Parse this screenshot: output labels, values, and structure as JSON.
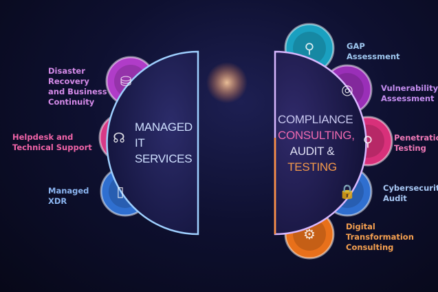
{
  "left_hub": {
    "lines": [
      "MANAGED",
      "IT",
      "SERVICES"
    ]
  },
  "right_hub": {
    "lines": [
      "COMPLIANCE",
      "CONSULTING,",
      "AUDIT &",
      "TESTING"
    ],
    "line_colors": [
      "#c9c9f0",
      "#f06ab0",
      "#e0e0f4",
      "#f59a4a"
    ]
  },
  "left_services": [
    {
      "label_lines": [
        "Disaster",
        "Recovery",
        "and Business",
        "Continuity"
      ],
      "color": "#b03cc8",
      "text_color": "#d48ae8",
      "icon": "database-sync-icon"
    },
    {
      "label_lines": [
        "Helpdesk and",
        "Technical Support"
      ],
      "color": "#d83a86",
      "text_color": "#f064a8",
      "icon": "headset-support-icon"
    },
    {
      "label_lines": [
        "Managed",
        "XDR"
      ],
      "color": "#2f6fd0",
      "text_color": "#8cb6f2",
      "icon": "devices-icon"
    }
  ],
  "right_services": [
    {
      "label_lines": [
        "GAP",
        "Assessment"
      ],
      "color": "#1aa0c0",
      "text_color": "#9fc8f0",
      "icon": "brain-search-icon"
    },
    {
      "label_lines": [
        "Vulnerability",
        "Assessment"
      ],
      "color": "#9a2fb8",
      "text_color": "#c58ef0",
      "icon": "shield-target-icon"
    },
    {
      "label_lines": [
        "Penetration",
        "Testing"
      ],
      "color": "#d8307a",
      "text_color": "#f07ab8",
      "icon": "firewall-search-icon"
    },
    {
      "label_lines": [
        "Cybersecurity",
        "Audit"
      ],
      "color": "#2f6fd0",
      "text_color": "#a8c8f4",
      "icon": "lock-network-icon"
    },
    {
      "label_lines": [
        "Digital Transformation",
        "Consulting"
      ],
      "color": "#e8701a",
      "text_color": "#f5a050",
      "icon": "gear-circuit-icon"
    }
  ]
}
